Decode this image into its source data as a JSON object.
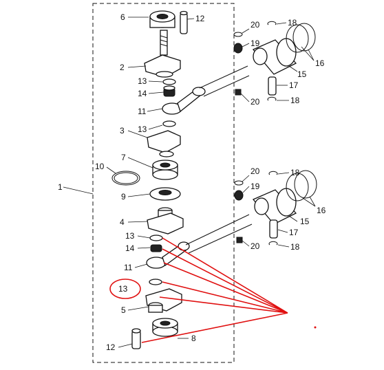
{
  "labels": {
    "l1": "1",
    "l2": "2",
    "l3": "3",
    "l4": "4",
    "l5": "5",
    "l6": "6",
    "l7": "7",
    "l8": "8",
    "l9": "9",
    "l10": "10",
    "l11a": "11",
    "l11b": "11",
    "l12a": "12",
    "l12b": "12",
    "l13a": "13",
    "l13b": "13",
    "l13c": "13",
    "l13d": "13",
    "l14a": "14",
    "l14b": "14",
    "l15a": "15",
    "l15b": "15",
    "l16a": "16",
    "l16b": "16",
    "l17a": "17",
    "l17b": "17",
    "l18a": "18",
    "l18b": "18",
    "l18c": "18",
    "l18d": "18",
    "l19a": "19",
    "l19b": "19",
    "l20a": "20",
    "l20b": "20",
    "l20c": "20",
    "l20d": "20"
  },
  "colors": {
    "ink": "#111111",
    "highlight": "#e01010"
  }
}
